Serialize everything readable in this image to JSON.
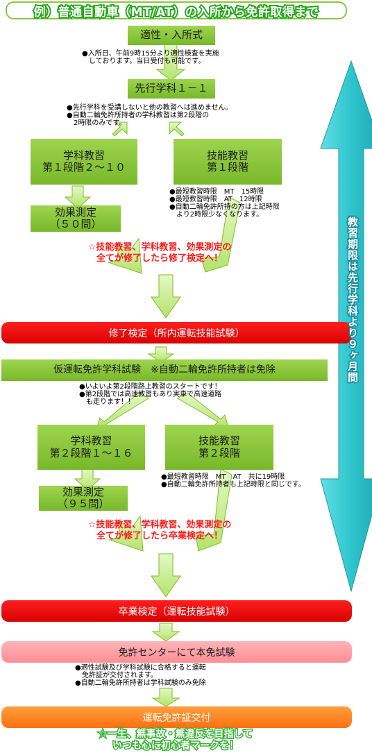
{
  "title": "例）普通自動車（MT/AT）の入所から免許取得まで",
  "steps": {
    "aptitude": "適性・入所式",
    "prior_course": "先行学科１－１",
    "stage1_academic": "学科教習\n第１段階２～１０",
    "stage1_skill": "技能教習\n第１段階",
    "effect_test1": "効果測定\n（５０問）",
    "completion_exam": "修了検定（所内運転技能試験）",
    "provisional": "仮運転免許学科試験　※自動二輪免許所持者は免除",
    "stage2_academic": "学科教習\n第２段階１～１６",
    "stage2_skill": "技能教習\n第２段階",
    "effect_test2": "効果測定\n（９５問）",
    "graduation_exam": "卒業検定（運転技能試験）",
    "license_center": "免許センターにて本免試験",
    "license_issue": "運転免許証交付"
  },
  "notes": {
    "aptitude_note": "●入所日、午前9時15分より適性検査を実施\n　しております。当日受付も可能です。",
    "prior_note": "●先行学科を受講しないと他の教習へは進めません。\n●自動二輪免許所持者の学科教習は第2段階の\n　2時限のみです。",
    "stage1_skill_note": "●最短教習時限　MT　15時限\n●最短教習時限　AT　12時限\n●自動二輪免許所持の方は上記時限\n　より2時限少なくなります。",
    "provisional_note": "●いよいよ第2段階路上教習のスタートです！\n●第2段階では高速教習もあり実車で高速道路\n　も走ります！！",
    "stage2_skill_note": "●最短教習時限　MT　AT　共に19時限\n●自動二輪免許所持者も上記時限と同じです。",
    "license_note": "●適性試験及び学科試験に合格すると運転\n　免許証が交付されます。\n●自動二輪免許所持者は学科試験のみ免除"
  },
  "messages": {
    "stage1_complete": "☆技能教習、学科教習、効果測定の\n全てが修了したら修了検定へ！",
    "stage2_complete": "☆技能教習、学科教習、効果測定の\n全てが修了したら卒業検定へ！",
    "footer": "☆一生、無事故・無違反を目指して\nいつも心に初心者マークを！"
  },
  "period_label": "教習期限は先行学科より９ヶ月間",
  "colors": {
    "green_box": "#8cc63f",
    "green_arrow": "#c6ec8c",
    "red_bar": "#ee0000",
    "pink_bar": "#ff9aa2",
    "orange_bar": "#ff7a1a",
    "teal_arrow": "#33c9d1",
    "red_text": "#ff1a1a"
  }
}
